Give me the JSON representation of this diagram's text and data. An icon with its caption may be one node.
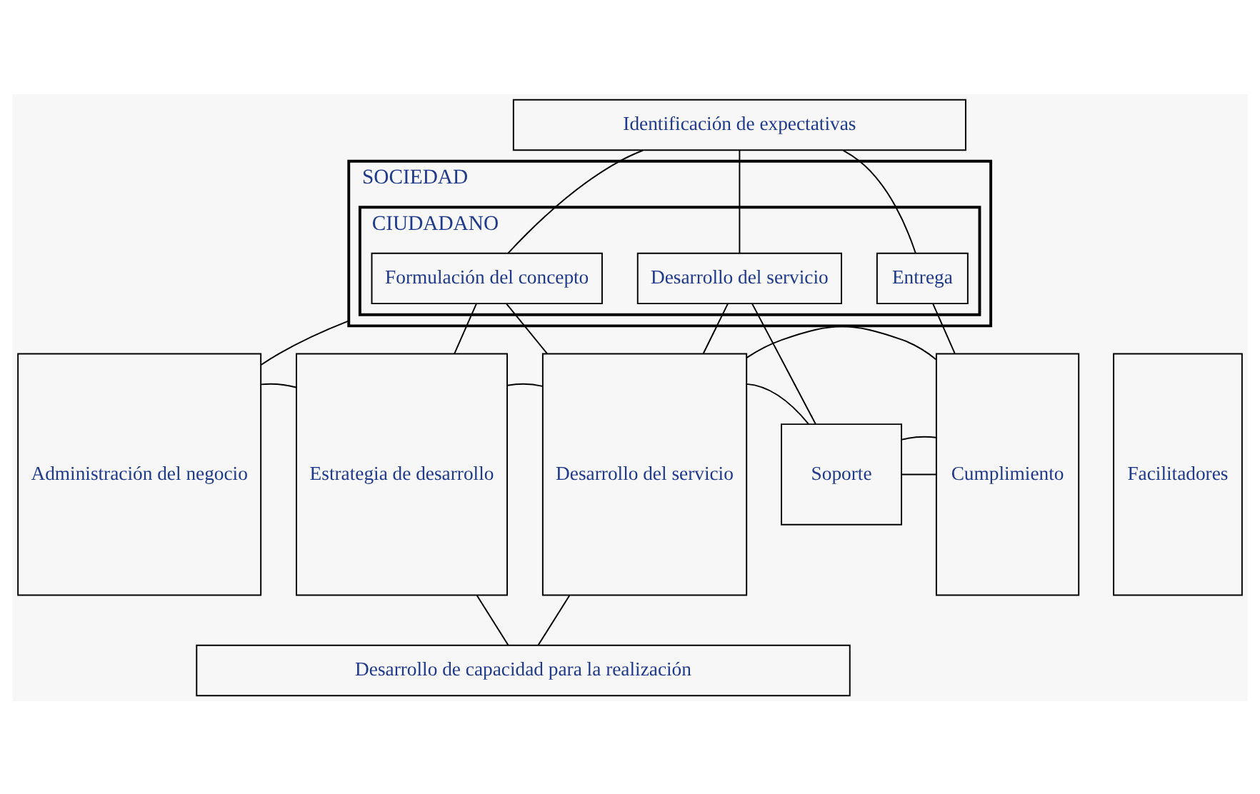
{
  "diagram": {
    "nodes": [
      {
        "text": [
          "Identificación de expectativas"
        ]
      },
      {
        "text": [
          "SOCIEDAD"
        ]
      },
      {
        "text": [
          "CIUDADANO"
        ],
        "in": 1
      },
      {
        "text": [
          "Formulación del concepto"
        ],
        "in": 2
      },
      {
        "text": [
          "Desarrollo del servicio"
        ],
        "in": 2
      },
      {
        "text": [
          "Entrega"
        ],
        "in": 2
      },
      {
        "text": [
          "Administración del negocio"
        ]
      },
      {
        "text": [
          "Estrategia de desarrollo"
        ]
      },
      {
        "text": [
          "Desarrollo del servicio"
        ]
      },
      {
        "text": [
          "Soporte"
        ]
      },
      {
        "text": [
          "Cumplimiento"
        ]
      },
      {
        "text": [
          "Facilitadores"
        ]
      },
      {
        "text": [
          "Desarrollo de capacidad para la realización"
        ]
      }
    ],
    "edges": [
      {
        "from": 0,
        "to": 3,
        "arrow": "none"
      },
      {
        "from": 0,
        "to": 4,
        "arrow": "none"
      },
      {
        "from": 0,
        "to": 5,
        "arrow": "none"
      },
      {
        "from": 1,
        "to": 6,
        "arrow": "none"
      },
      {
        "from": 3,
        "to": 7,
        "arrow": "none"
      },
      {
        "from": 3,
        "to": 8,
        "arrow": "none"
      },
      {
        "from": 4,
        "to": 8,
        "arrow": "none"
      },
      {
        "from": 4,
        "to": 9,
        "arrow": "none"
      },
      {
        "from": 5,
        "to": 10,
        "arrow": "none"
      },
      {
        "from": 6,
        "to": 7,
        "arrow": "none"
      },
      {
        "from": 7,
        "to": 8,
        "arrow": "none"
      },
      {
        "from": 8,
        "to": 9,
        "arrow": "none"
      },
      {
        "from": 9,
        "to": 10,
        "arrow": "none"
      },
      {
        "from": 9,
        "to": 10,
        "arrow": "none"
      },
      {
        "from": 8,
        "to": 10,
        "arrow": "none"
      },
      {
        "from": 7,
        "to": 12,
        "arrow": "none"
      },
      {
        "from": 8,
        "to": 12,
        "arrow": "none"
      }
    ]
  }
}
